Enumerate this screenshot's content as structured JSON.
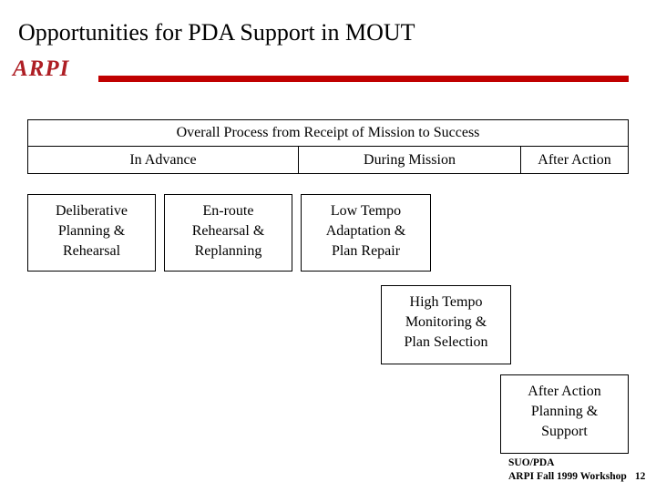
{
  "header": {
    "title": "Opportunities for PDA Support in MOUT",
    "logo": "ARPI"
  },
  "colors": {
    "bar_red": "#c00000",
    "logo_red": "#ae1e24",
    "border": "#000000",
    "background": "#ffffff",
    "text": "#000000"
  },
  "table": {
    "header": "Overall Process from Receipt of Mission to Success",
    "phases": [
      "In Advance",
      "During Mission",
      "After Action"
    ]
  },
  "boxes": [
    {
      "id": "deliberative-planning",
      "lines": [
        "Deliberative",
        "Planning &",
        "Rehearsal"
      ]
    },
    {
      "id": "enroute-rehearsal",
      "lines": [
        "En-route",
        "Rehearsal &",
        "Replanning"
      ]
    },
    {
      "id": "low-tempo-adaptation",
      "lines": [
        "Low Tempo",
        "Adaptation &",
        "Plan Repair"
      ]
    },
    {
      "id": "high-tempo-monitoring",
      "lines": [
        "High Tempo",
        "Monitoring &",
        "Plan Selection"
      ]
    },
    {
      "id": "after-action-planning",
      "lines": [
        "After Action",
        "Planning &",
        "Support"
      ]
    }
  ],
  "footer": {
    "line1": "SUO/PDA",
    "line2": "ARPI Fall 1999 Workshop",
    "page_number": "12"
  }
}
